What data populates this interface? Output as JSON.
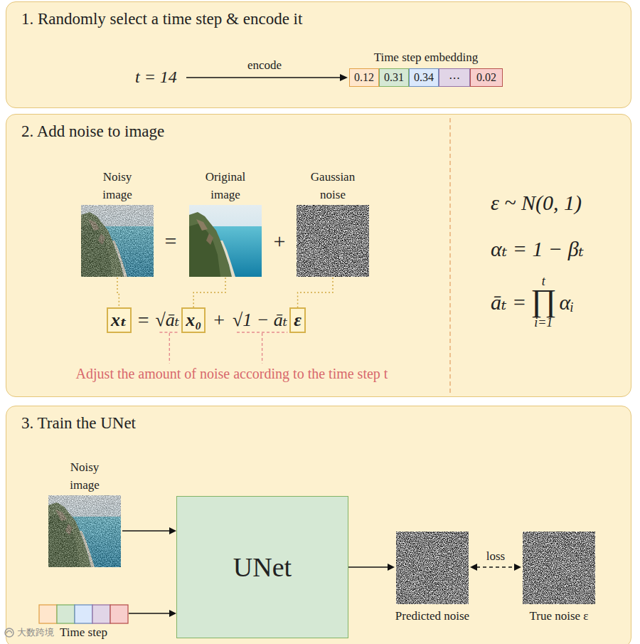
{
  "diagram": {
    "nodes": [
      {
        "text": [
          "1. Randomly select a time step & encode it"
        ]
      },
      {
        "text": [
          "Time step embedding"
        ],
        "in": 0
      },
      {
        "text": [
          "0.12"
        ],
        "in": 1
      },
      {
        "text": [
          "0.31"
        ],
        "in": 1
      },
      {
        "text": [
          "0.34"
        ],
        "in": 1
      },
      {
        "text": [
          "⋯"
        ],
        "in": 1
      },
      {
        "text": [
          "0.02"
        ],
        "in": 1
      },
      {
        "text": [
          "2. Add noise to image"
        ]
      },
      {
        "text": [
          "Noisy image"
        ],
        "in": 7
      },
      {
        "text": [
          "Original image"
        ],
        "in": 7
      },
      {
        "text": [
          "Gaussian noise"
        ],
        "in": 7
      },
      {
        "text": [
          "xₜ"
        ],
        "in": 7
      },
      {
        "text": [
          "x₀"
        ],
        "in": 7
      },
      {
        "text": [
          "ε"
        ],
        "in": 7
      },
      {
        "text": [
          "3. Train the UNet"
        ]
      },
      {
        "text": [
          "Noisy image"
        ],
        "in": 14
      },
      {
        "text": [
          "UNet"
        ],
        "in": 14
      },
      {
        "text": [
          "Time step"
        ],
        "in": 14
      },
      {
        "text": [
          "Predicted noise"
        ],
        "in": 14
      },
      {
        "text": [
          "True noise ε"
        ],
        "in": 14
      }
    ],
    "edges": [
      {
        "from": 8,
        "to": 11,
        "arrow": "none"
      },
      {
        "from": 9,
        "to": 12,
        "arrow": "none"
      },
      {
        "from": 10,
        "to": 13,
        "arrow": "none"
      },
      {
        "from": 15,
        "to": 16,
        "arrow": "to"
      },
      {
        "from": 17,
        "to": 16,
        "arrow": "to"
      },
      {
        "from": 16,
        "to": 18,
        "arrow": "to"
      },
      {
        "from": 18,
        "to": 19,
        "arrow": "both",
        "label": "loss"
      }
    ],
    "labels": [
      "t = 14",
      "encode",
      "=",
      "+",
      "=",
      "√āₜ",
      "+",
      "√1 − āₜ",
      "Adjust the amount of noise according to the time step t",
      "ε ~ N(0, 1)",
      "αₜ = 1 − βₜ",
      "āₜ =",
      "∏",
      "t",
      "i=1",
      "αᵢ",
      "大数跨境"
    ]
  }
}
